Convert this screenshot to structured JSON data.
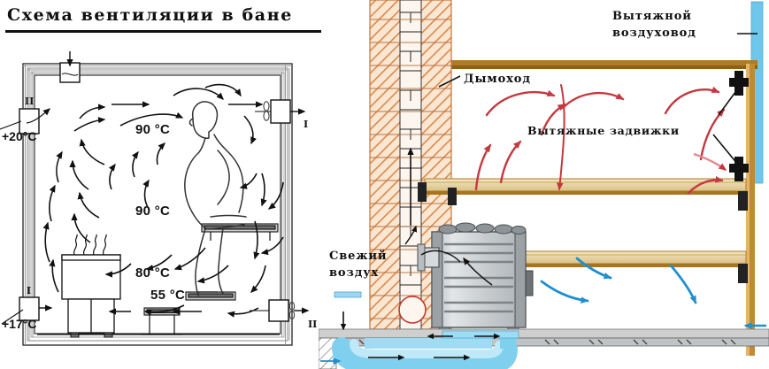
{
  "title": {
    "text": "Схема вентиляции в бане"
  },
  "left_diagram": {
    "name": "bath-room-section-drawing",
    "temperatures": [
      {
        "id": "head-level",
        "label": "90 °C"
      },
      {
        "id": "bench-upper",
        "label": "90 °C"
      },
      {
        "id": "bench-lower",
        "label": "80 °C"
      },
      {
        "id": "floor-level",
        "label": "55 °C"
      }
    ],
    "vents": [
      {
        "id": "inlet-upper-left",
        "roman": "II",
        "temp": "+20°C"
      },
      {
        "id": "inlet-lower-left",
        "roman": "I",
        "temp": "+17°C"
      },
      {
        "id": "outlet-upper-right",
        "roman": "I"
      },
      {
        "id": "outlet-lower-right",
        "roman": "II"
      }
    ]
  },
  "right_diagram": {
    "name": "sauna-stove-chimney-section",
    "callouts": [
      {
        "id": "exhaust-duct",
        "lines": [
          "Вытяжной",
          "воздуховод"
        ]
      },
      {
        "id": "chimney",
        "lines": [
          "Дымоход"
        ]
      },
      {
        "id": "exhaust-dampers",
        "lines": [
          "Вытяжные задвижки"
        ]
      },
      {
        "id": "fresh-air",
        "lines": [
          "Свежий",
          "воздух"
        ]
      }
    ]
  },
  "colors": {
    "brick": "#d98a4e",
    "brick_fill": "#fbe6d2",
    "wood": "#e8d3a0",
    "wood_edge": "#b07a28",
    "duct_blue": "#6ec6ea",
    "air_cool": "#2196d6",
    "air_hot": "#d2393f",
    "stove_gray": "#c9ccce",
    "ink": "#111111"
  }
}
